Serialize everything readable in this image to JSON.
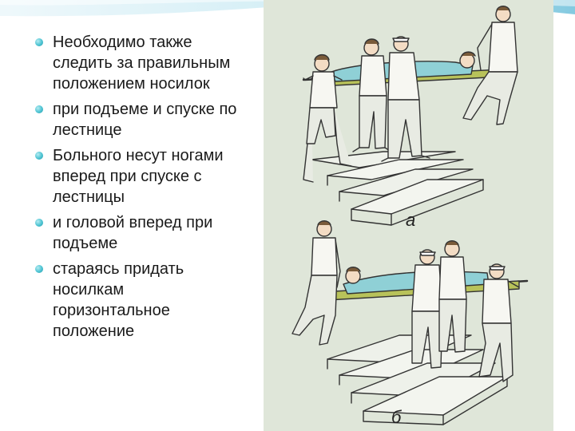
{
  "bullets": [
    "Необходимо также следить за правильным положением носилок",
    "при подъеме и спуске по лестнице",
    "Больного несут ногами вперед при спуске с лестницы",
    "и головой вперед при подъеме",
    "стараясь придать носилкам горизонтальное положение"
  ],
  "figure_labels": {
    "top": "а",
    "bottom": "б"
  },
  "colors": {
    "panel_bg": "#dfe6d9",
    "stretcher": "#b8c25a",
    "patient_blanket": "#8fd0d6",
    "accent_swoosh": "#4cc3d2",
    "bullet": "#4cc3d2",
    "line": "#333333"
  },
  "icons": [
    "bullet-dot-icon"
  ]
}
